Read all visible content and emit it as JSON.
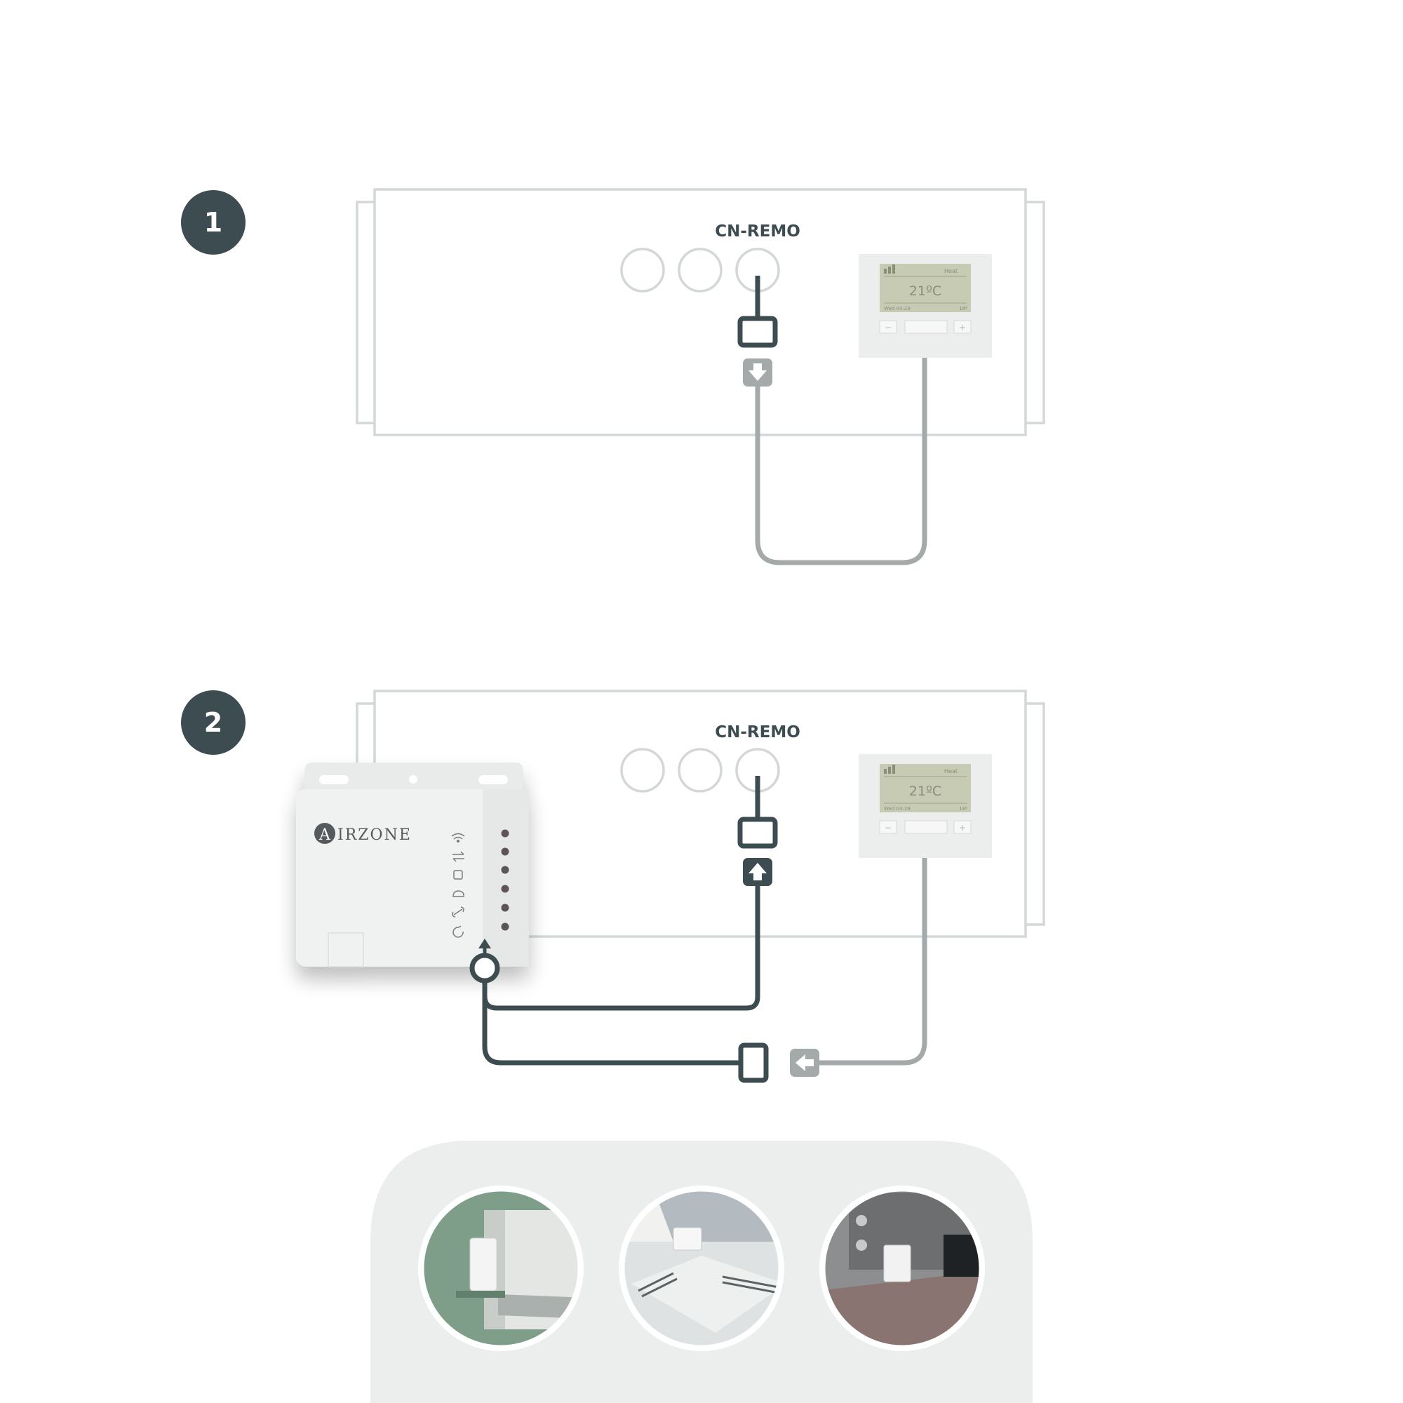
{
  "steps": [
    {
      "number": "1",
      "connector_label": "CN-REMO",
      "thermostat": {
        "mode": "Heat",
        "temperature": "21ºC",
        "datetime": "Wed 04:29",
        "setpoint": "18º",
        "minus": "−",
        "plus": "+"
      }
    },
    {
      "number": "2",
      "connector_label": "CN-REMO",
      "thermostat": {
        "mode": "Heat",
        "temperature": "21ºC",
        "datetime": "Wed 04:29",
        "setpoint": "18º",
        "minus": "−",
        "plus": "+"
      },
      "device": {
        "brand_initial": "A",
        "brand_rest": "IRZONE"
      }
    }
  ],
  "photos": [
    {
      "icon": "wall-mounted-ac-unit"
    },
    {
      "icon": "cassette-ac-unit"
    },
    {
      "icon": "ducted-ac-unit"
    }
  ],
  "colors": {
    "dark": "#3c4c50",
    "cable_gray": "#a3aaa9",
    "outline": "#d3d8d7",
    "panel": "#eceeed",
    "screen": "#c8cbb4"
  }
}
